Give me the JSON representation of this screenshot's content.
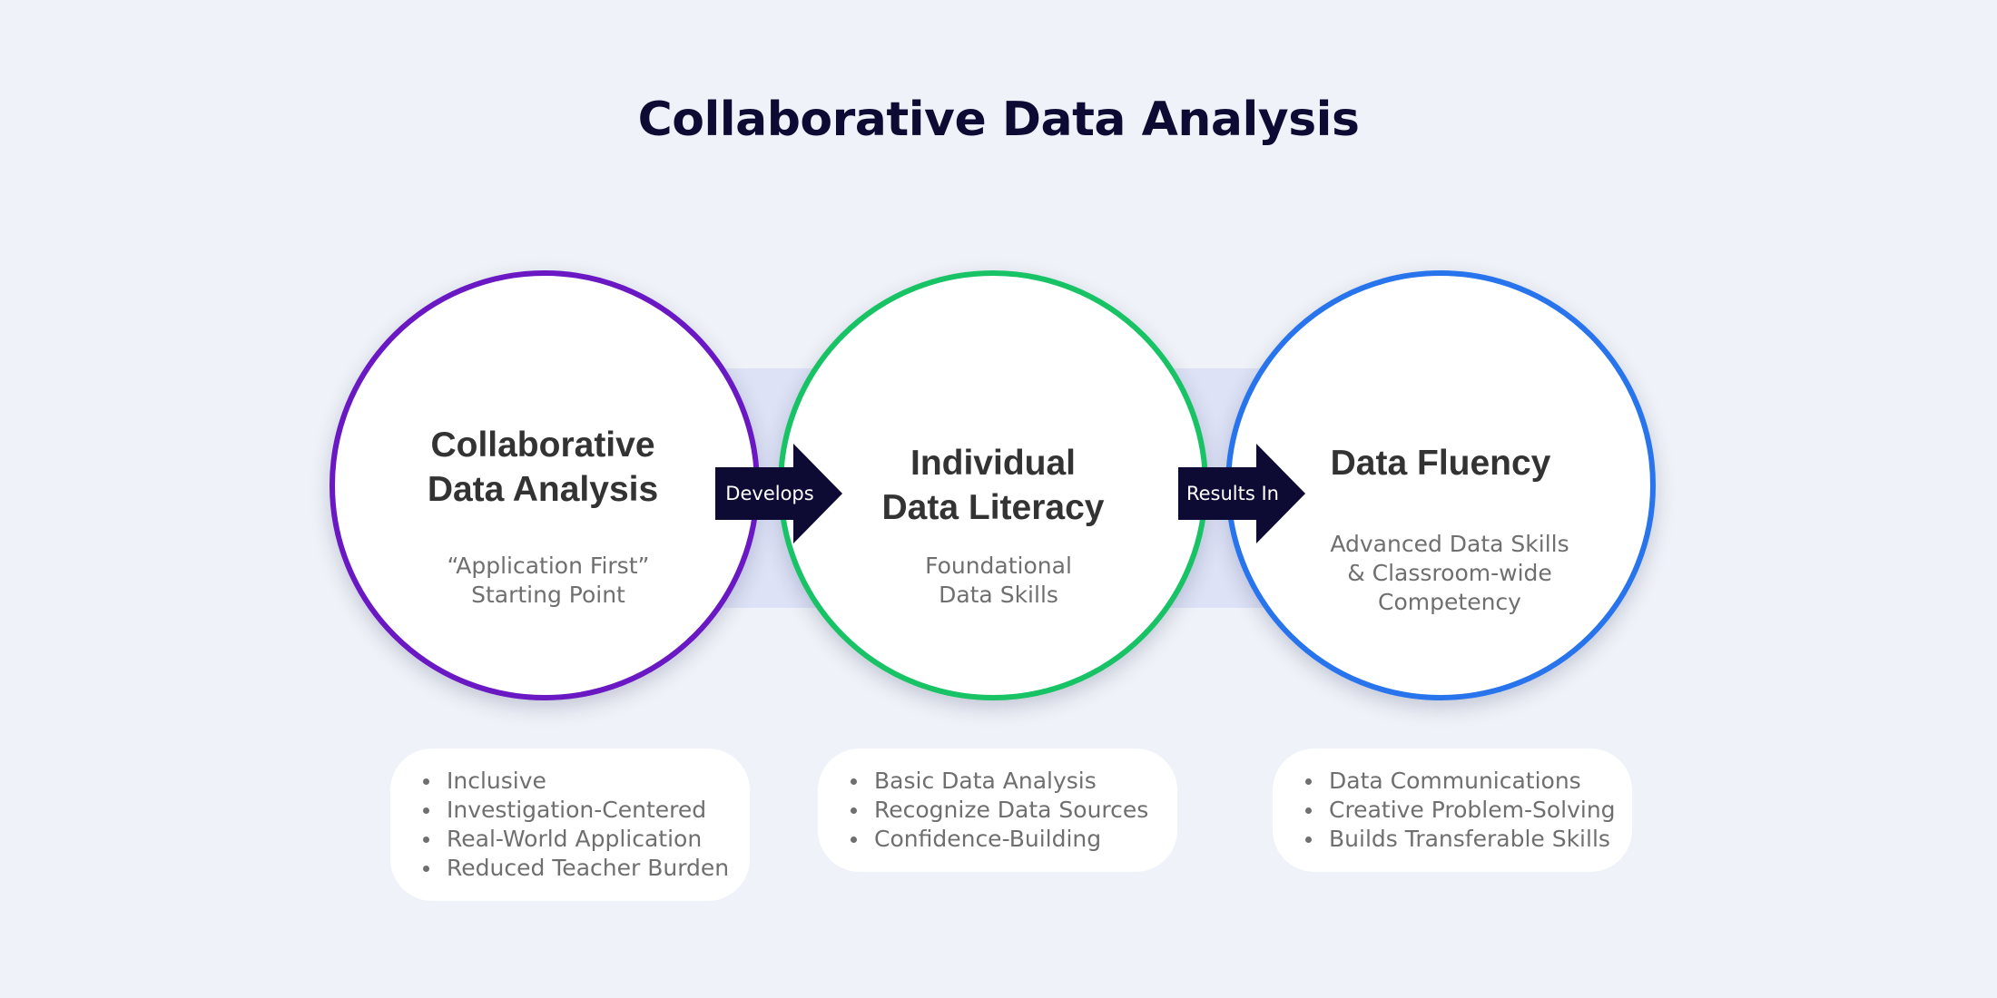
{
  "title": "Collaborative Data Analysis",
  "stages": [
    {
      "title": "Collaborative\nData Analysis",
      "subtitle": "“Application First”\nStarting Point",
      "color": "#6a17c4",
      "bullets": [
        "Inclusive",
        "Investigation-Centered",
        "Real-World Application",
        "Reduced Teacher Burden"
      ]
    },
    {
      "title": "Individual\nData Literacy",
      "subtitle": "Foundational\nData Skills",
      "color": "#17c364",
      "bullets": [
        "Basic Data Analysis",
        "Recognize Data Sources",
        "Confidence-Building"
      ]
    },
    {
      "title": "Data Fluency",
      "subtitle": "Advanced Data Skills\n& Classroom-wide\nCompetency",
      "color": "#2774ec",
      "bullets": [
        "Data Communications",
        "Creative Problem-Solving",
        "Builds Transferable Skills"
      ]
    }
  ],
  "arrows": [
    {
      "label": "Develops"
    },
    {
      "label": "Results In"
    }
  ],
  "colors": {
    "background": "#eff2f8",
    "title": "#0d0b33",
    "arrow": "#0d0b33",
    "connector": "#dde2f6"
  }
}
